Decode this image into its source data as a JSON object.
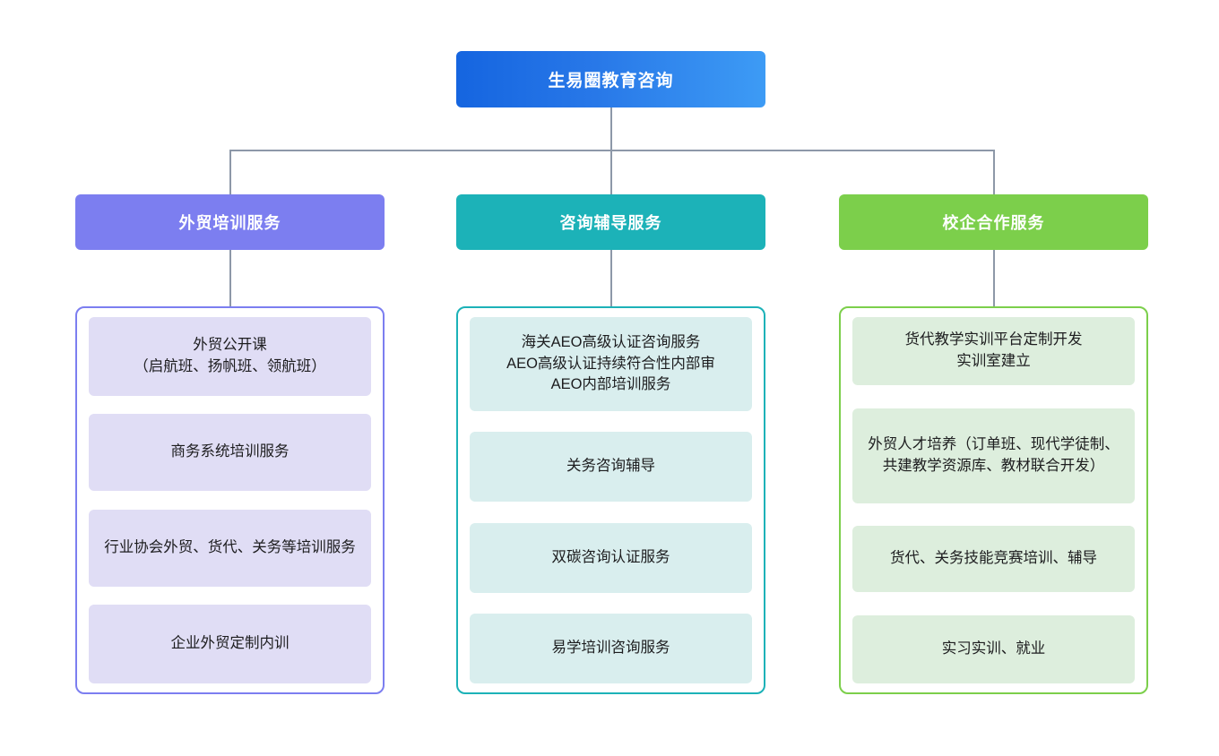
{
  "diagram": {
    "type": "org-tree",
    "root": {
      "label": "生易圈教育咨询",
      "color_start": "#1565e0",
      "color_end": "#3d9bf5"
    },
    "branches": [
      {
        "header": "外贸培训服务",
        "accent": "#7c7ef0",
        "card_bg": "#e0ddf5",
        "items": [
          "外贸公开课\n（启航班、扬帆班、领航班）",
          "商务系统培训服务",
          "行业协会外贸、货代、关务等培训服务",
          "企业外贸定制内训"
        ]
      },
      {
        "header": "咨询辅导服务",
        "accent": "#1cb2b8",
        "card_bg": "#d9eeee",
        "items": [
          "海关AEO高级认证咨询服务\nAEO高级认证持续符合性内部审\nAEO内部培训服务",
          "关务咨询辅导",
          "双碳咨询认证服务",
          "易学培训咨询服务"
        ]
      },
      {
        "header": "校企合作服务",
        "accent": "#7ccf4b",
        "card_bg": "#ddeedd",
        "items": [
          "货代教学实训平台定制开发\n实训室建立",
          "外贸人才培养（订单班、现代学徒制、共建教学资源库、教材联合开发）",
          "货代、关务技能竞赛培训、辅导",
          "实习实训、就业"
        ]
      }
    ],
    "connector_color": "#8d98a8"
  }
}
